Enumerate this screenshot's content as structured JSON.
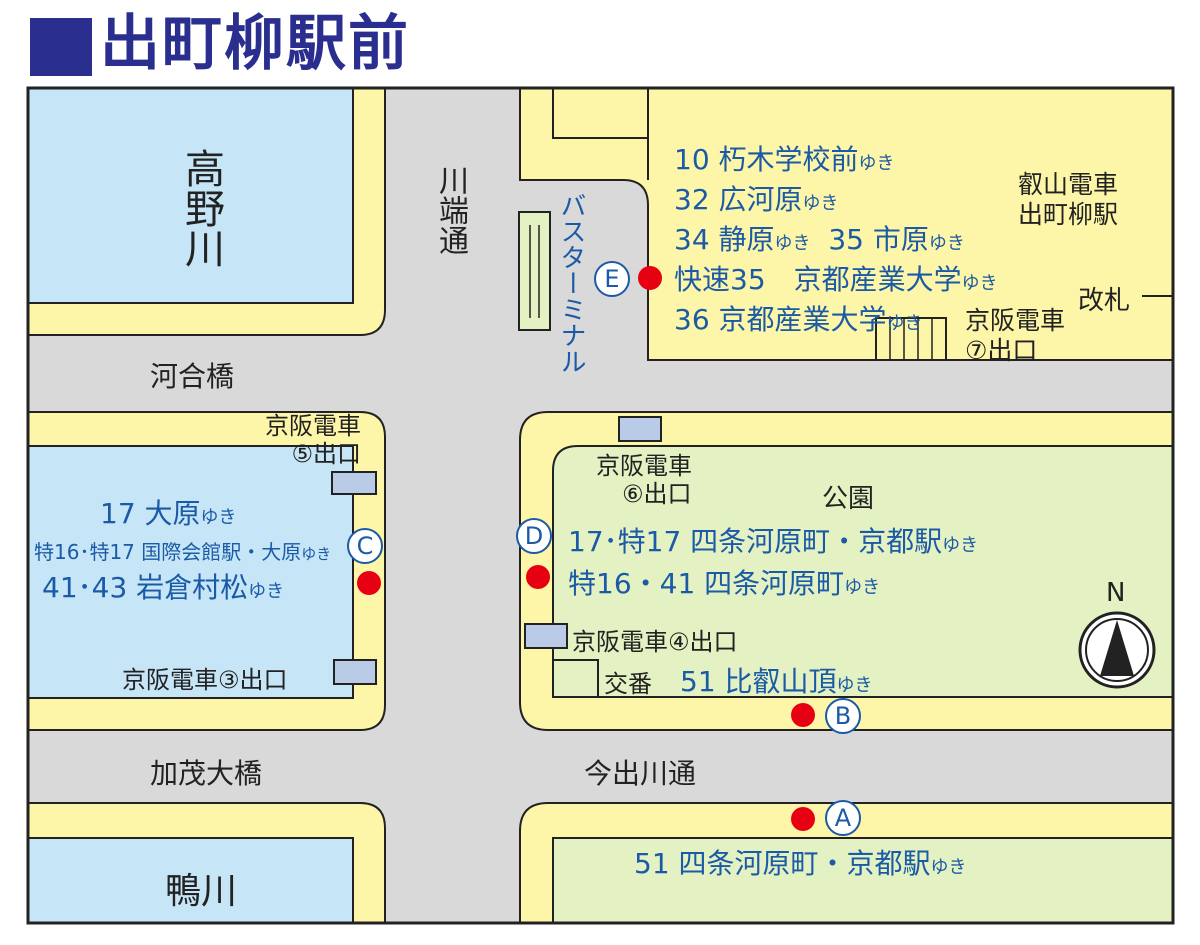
{
  "title": "出町柳駅前",
  "labels": {
    "takano_river": "高野川",
    "kamo_river": "鴨川",
    "kawabata_dori": "川端通",
    "kawai_bridge": "河合橋",
    "kamo_ohashi": "加茂大橋",
    "imadegawa_dori": "今出川通",
    "bus_terminal": "バスターミナル",
    "eizan_station": [
      "叡山電車",
      "出町柳駅"
    ],
    "kaisatsu": "改札",
    "keihan_exit7": [
      "京阪電車",
      "⑦出口"
    ],
    "keihan_exit5": [
      "京阪電車",
      "⑤出口"
    ],
    "keihan_exit6": [
      "京阪電車",
      "⑥出口"
    ],
    "keihan_exit4": "京阪電車④出口",
    "keihan_exit3": "京阪電車③出口",
    "park": "公園",
    "koban": "交番",
    "north": "N"
  },
  "stops": {
    "A": {
      "label": "A",
      "routes": [
        {
          "text": "51 四条河原町・京都駅",
          "yuki": "ゆき"
        }
      ]
    },
    "B": {
      "label": "B",
      "routes": [
        {
          "text": "51 比叡山頂",
          "yuki": "ゆき"
        }
      ]
    },
    "C": {
      "label": "C",
      "routes": [
        {
          "text": "17 大原",
          "yuki": "ゆき"
        },
        {
          "text": "特16･特17 国際会館駅・大原",
          "yuki": "ゆき"
        },
        {
          "text": "41･43 岩倉村松",
          "yuki": "ゆき"
        }
      ]
    },
    "D": {
      "label": "D",
      "routes": [
        {
          "text": "17･特17 四条河原町・京都駅",
          "yuki": "ゆき"
        },
        {
          "text": "特16・41 四条河原町",
          "yuki": "ゆき"
        }
      ]
    },
    "E": {
      "label": "E",
      "routes": [
        {
          "text": "10 朽木学校前",
          "yuki": "ゆき"
        },
        {
          "text": "32 広河原",
          "yuki": "ゆき"
        },
        {
          "text": "34 静原",
          "yuki": "ゆき"
        },
        {
          "text": "35 市原",
          "yuki": "ゆき"
        },
        {
          "text": "快速35　京都産業大学",
          "yuki": "ゆき"
        },
        {
          "text": "36 京都産業大学",
          "yuki": "ゆき"
        }
      ]
    }
  },
  "colors": {
    "title": "#2a2f8f",
    "road": "#d9d9d9",
    "sidewalk": "#fdf6a8",
    "river": "#c6e6f7",
    "park": "#e3f1c3",
    "route_text": "#1a5aa6",
    "stop_dot": "#e60012",
    "exit_box": "#b9cbe6"
  }
}
